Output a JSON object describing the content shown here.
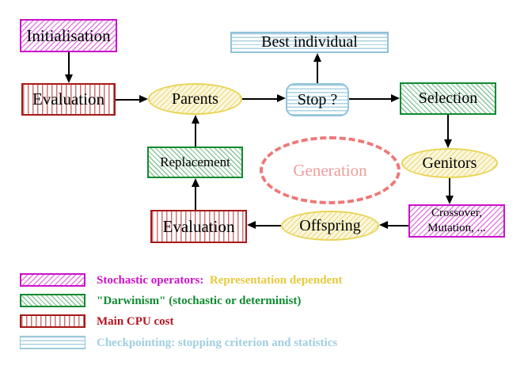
{
  "nodes": {
    "initialisation": {
      "label": "Initialisation",
      "pattern": "stochastic"
    },
    "evaluation_top": {
      "label": "Evaluation",
      "pattern": "cpu"
    },
    "parents": {
      "label": "Parents",
      "pattern": "population"
    },
    "best_individual": {
      "label": "Best individual",
      "pattern": "checkpoint"
    },
    "stop": {
      "label": "Stop ?",
      "pattern": "checkpoint"
    },
    "selection": {
      "label": "Selection",
      "pattern": "darwinism"
    },
    "replacement": {
      "label": "Replacement",
      "pattern": "darwinism"
    },
    "generation": {
      "label": "Generation"
    },
    "genitors": {
      "label": "Genitors",
      "pattern": "population"
    },
    "evaluation_bottom": {
      "label": "Evaluation",
      "pattern": "cpu"
    },
    "offspring": {
      "label": "Offspring",
      "pattern": "population"
    },
    "crossover_mutation": {
      "line1": "Crossover,",
      "line2": "Mutation, ...",
      "pattern": "stochastic"
    }
  },
  "legend": {
    "rows": [
      {
        "swatch": "stochastic",
        "label": "Stochastic operators:",
        "label2": "Representation dependent"
      },
      {
        "swatch": "darwinism",
        "label": "\"Darwinism\" (stochastic or determinist)"
      },
      {
        "swatch": "cpu",
        "label": "Main CPU cost"
      },
      {
        "swatch": "checkpoint",
        "label": "Checkpointing: stopping criterion and statistics"
      }
    ]
  },
  "colors": {
    "stochastic_magenta": "#cc11cc",
    "darwinism_green": "#0f8a2f",
    "cpu_red": "#a81818",
    "checkpoint_blue": "#8fc3d8",
    "population_yellow_border": "#e9d456",
    "representation_gold_text": "#e8c93e",
    "generation_pink": "#ee7878",
    "generation_text_pink": "#f09c9c",
    "node_text": "#000000",
    "background": "#ffffff"
  }
}
